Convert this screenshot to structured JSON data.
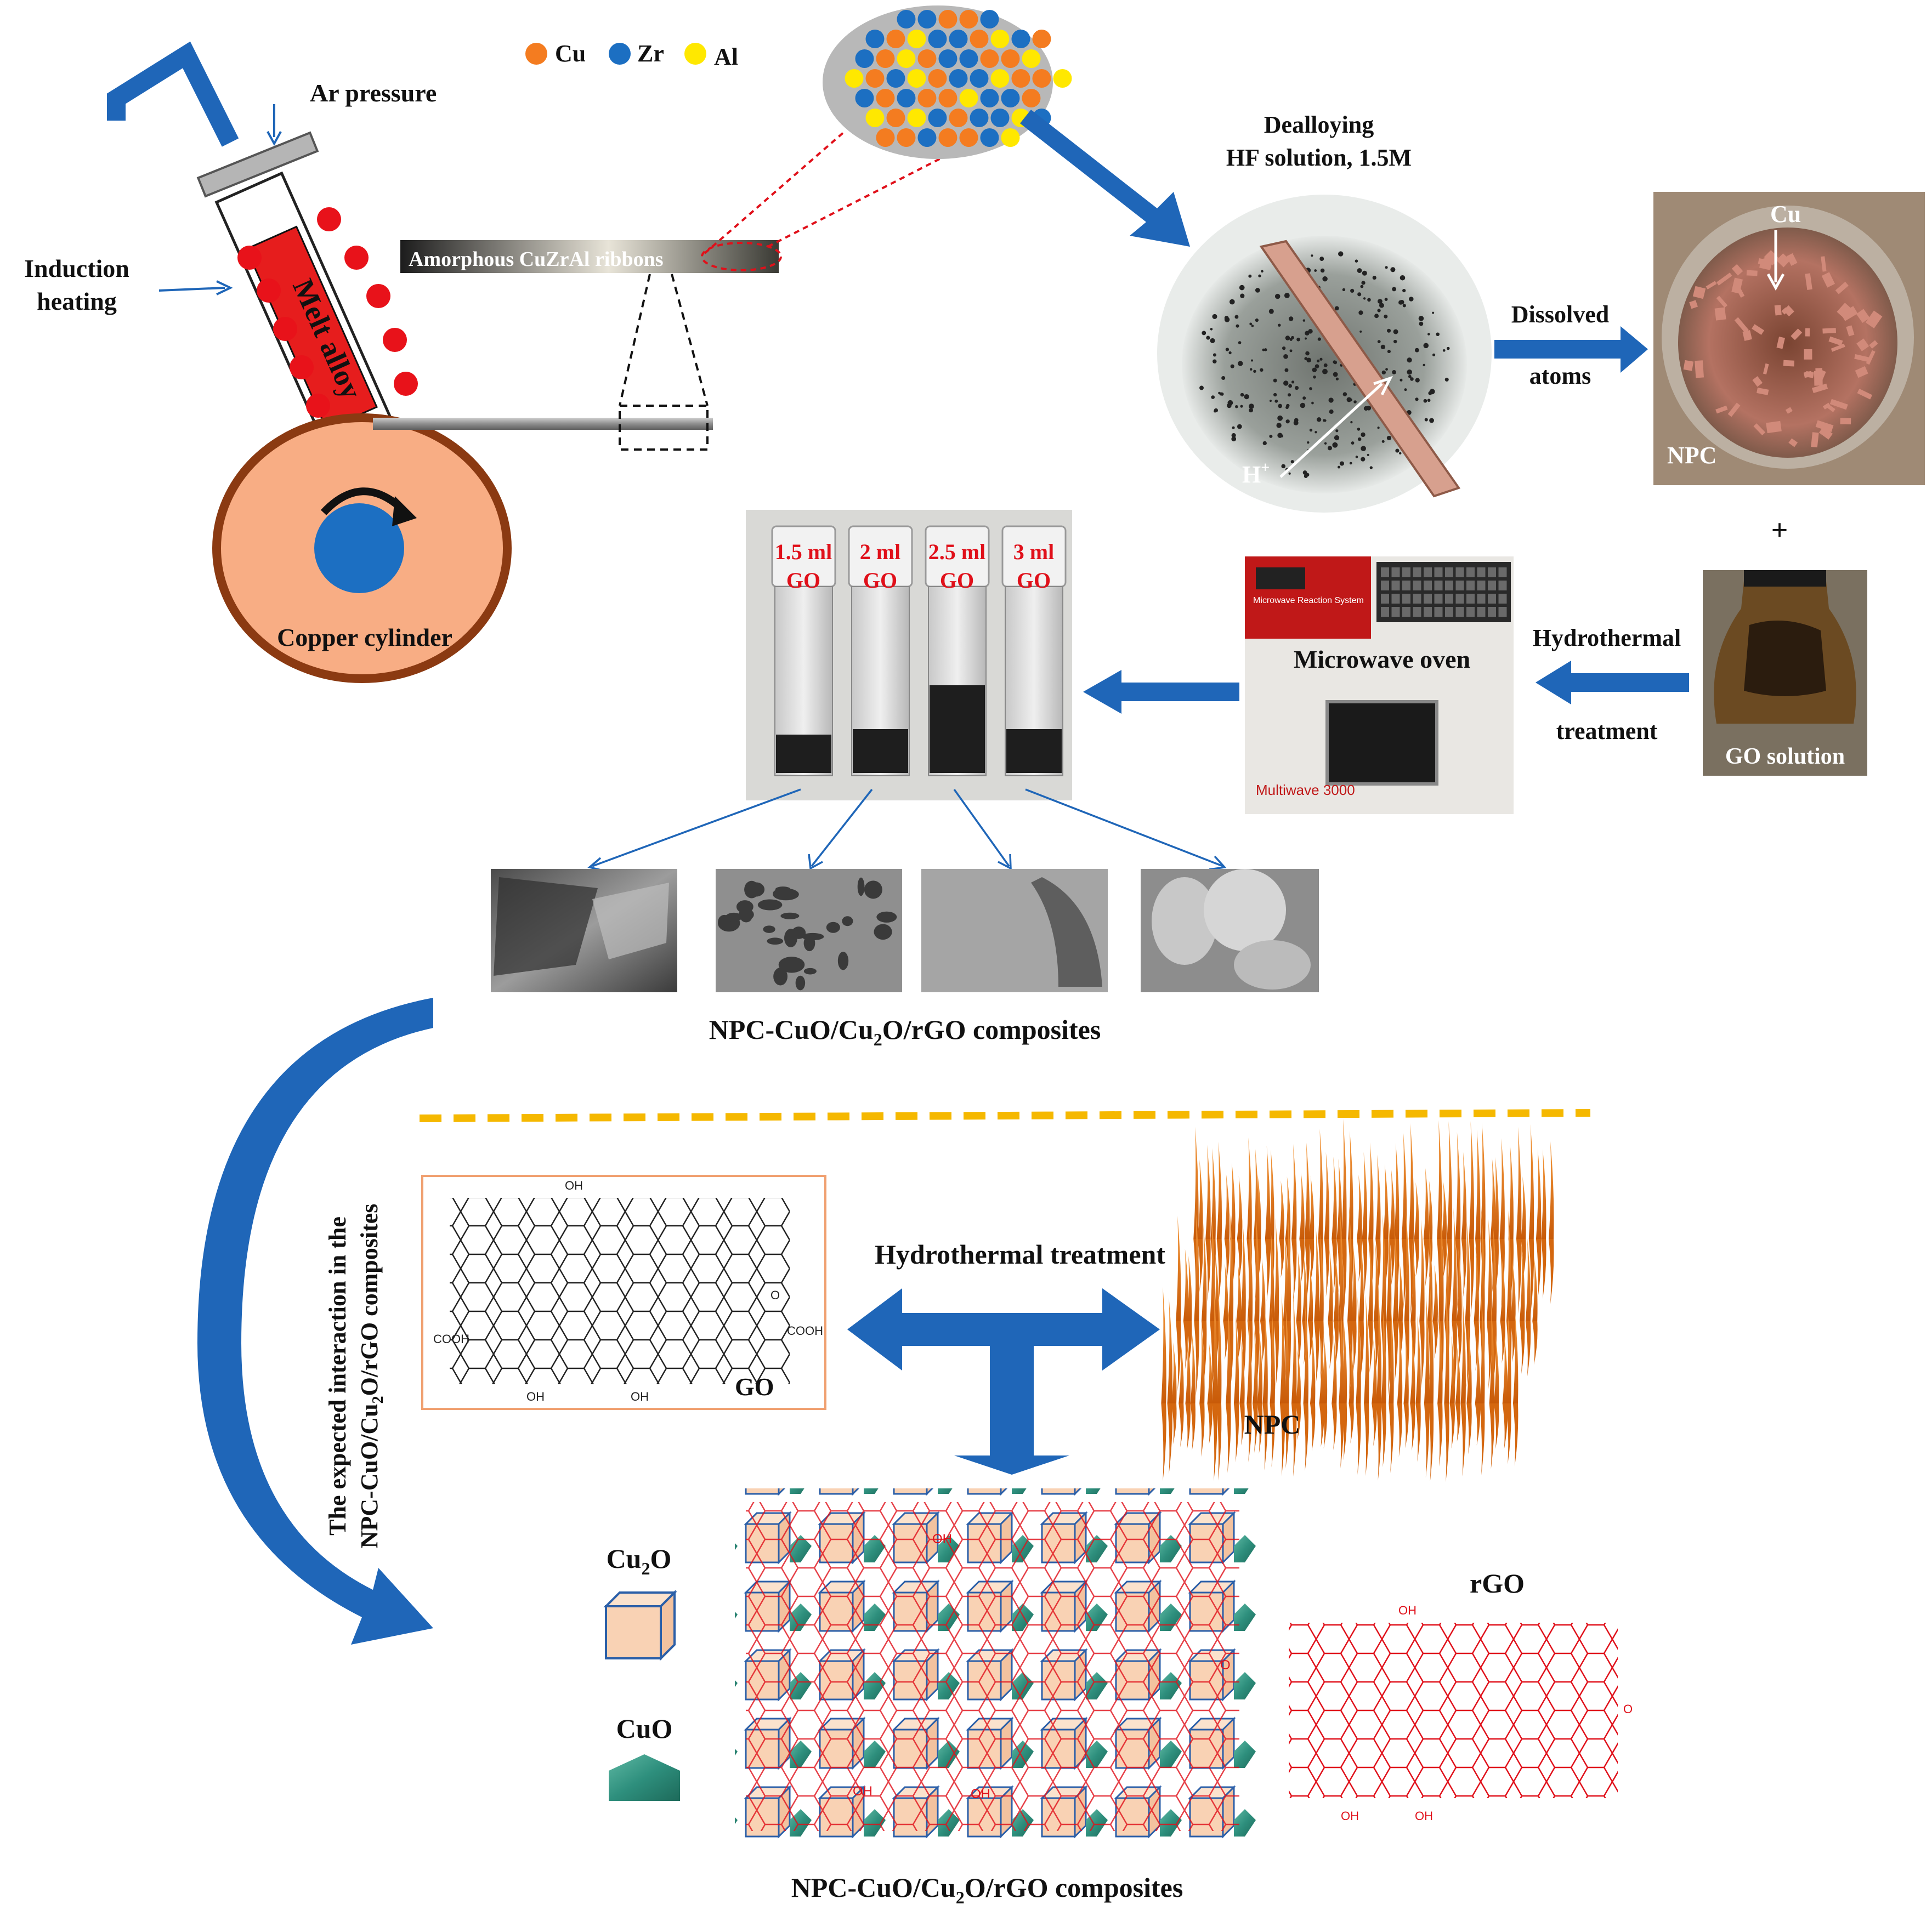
{
  "legend": {
    "cu": "Cu",
    "zr": "Zr",
    "al": "Al",
    "colors": {
      "cu": "#f47c20",
      "zr": "#1c6fc2",
      "al": "#ffe800"
    }
  },
  "melt_spinning": {
    "ar_pressure": "Ar pressure",
    "induction_line1": "Induction",
    "induction_line2": "heating",
    "melt_alloy": "Melt alloy",
    "copper_cylinder": "Copper cylinder",
    "ribbons": "Amorphous CuZrAl ribbons"
  },
  "dealloying": {
    "title_line1": "Dealloying",
    "title_line2": "HF solution, 1.5M",
    "h_plus": "H",
    "h_plus_sup": "+",
    "dissolved": "Dissolved",
    "atoms": "atoms",
    "cu_label": "Cu",
    "npc_label": "NPC",
    "plus": "+",
    "go_solution": "GO solution"
  },
  "hydrothermal": {
    "line1": "Hydrothermal",
    "line2": "treatment",
    "microwave": "Microwave  oven",
    "microwave_brand": "Multiwave 3000",
    "microwave_top": "Microwave Reaction System"
  },
  "vials": [
    {
      "amount": "1.5 ml",
      "go": "GO"
    },
    {
      "amount": "2 ml",
      "go": "GO"
    },
    {
      "amount": "2.5 ml",
      "go": "GO"
    },
    {
      "amount": "3 ml",
      "go": "GO"
    }
  ],
  "composites_title": {
    "prefix": "NPC-CuO/Cu",
    "sub": "2",
    "suffix": "O/rGO composites"
  },
  "interaction_label": {
    "line1": "The expected interaction in the",
    "line2_prefix": "NPC-CuO/Cu",
    "line2_sub": "2",
    "line2_suffix": "O/rGO composites"
  },
  "bottom": {
    "hydrothermal_treatment": "Hydrothermal treatment",
    "go_label": "GO",
    "npc_label": "NPC",
    "cu2o_prefix": "Cu",
    "cu2o_sub": "2",
    "cu2o_suffix": "O",
    "cuo": "CuO",
    "rgo": "rGO",
    "oh": "OH",
    "cooh": "COOH",
    "o": "O"
  },
  "colors": {
    "arrow_blue": "#1f66b8",
    "dashed_yellow": "#f5b800",
    "cylinder_fill": "#f8ad84",
    "cylinder_ring": "#8b3a12",
    "cube_fill": "#f9d2b4",
    "cuo_green": "#2e8f7d",
    "npc_orange": "#f07a1a",
    "label_red": "#e0101a"
  }
}
